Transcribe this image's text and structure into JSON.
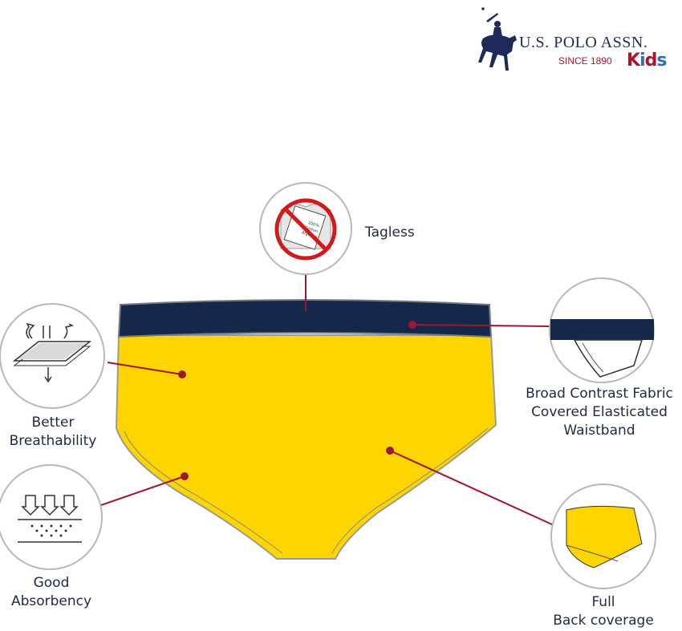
{
  "brand": {
    "name": "U.S. POLO ASSN.",
    "since": "SINCE 1890",
    "kids": [
      "K",
      "i",
      "d",
      "s"
    ],
    "kids_colors": [
      "#b0132b",
      "#2e6fb5",
      "#b0132b",
      "#2e6fb5"
    ]
  },
  "features": {
    "tagless": "Tagless",
    "waistband": [
      "Broad Contrast Fabric",
      "Covered  Elasticated",
      "Waistband"
    ],
    "breathability": [
      "Better",
      "Breathability"
    ],
    "absorbency": [
      "Good",
      "Absorbency"
    ],
    "coverage": [
      "Full",
      "Back coverage"
    ]
  },
  "tag_icon_text": [
    "100%",
    "Cotton",
    "Algodon"
  ],
  "colors": {
    "body": "#ffd500",
    "waistband": "#13284a",
    "pointer": "#a0162e",
    "circle": "#b8b8b8"
  }
}
